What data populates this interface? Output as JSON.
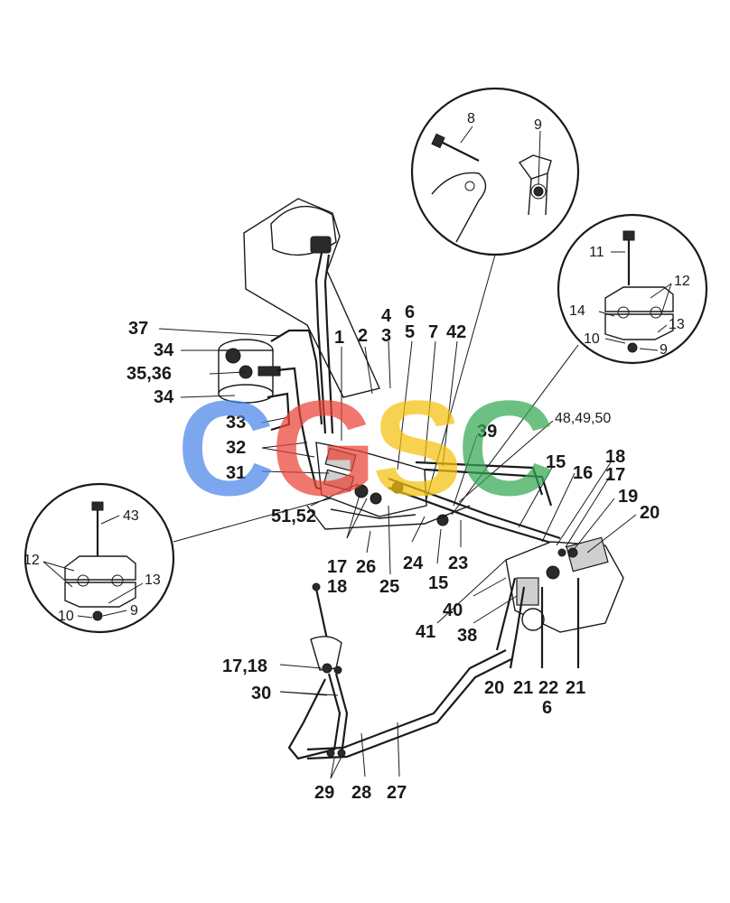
{
  "watermark": {
    "letters": [
      "C",
      "G",
      "S",
      "C"
    ],
    "colors": [
      "#4a86e8",
      "#ea4335",
      "#f4c20d",
      "#34a853"
    ]
  },
  "callouts": {
    "c1": "1",
    "c2": "2",
    "c3": "3",
    "c4": "4",
    "c5": "5",
    "c6a": "6",
    "c6b": "6",
    "c7": "7",
    "c8": "8",
    "c9a": "9",
    "c9b": "9",
    "c9c": "9",
    "c10a": "10",
    "c10b": "10",
    "c11": "11",
    "c12a": "12",
    "c12b": "12",
    "c13a": "13",
    "c13b": "13",
    "c14": "14",
    "c15a": "15",
    "c15b": "15",
    "c16": "16",
    "c17a": "17",
    "c17b": "17",
    "c17_18": "17,18",
    "c18a": "18",
    "c18b": "18",
    "c19": "19",
    "c20a": "20",
    "c20b": "20",
    "c21a": "21",
    "c21b": "21",
    "c22": "22",
    "c23": "23",
    "c24": "24",
    "c25": "25",
    "c26": "26",
    "c27": "27",
    "c28": "28",
    "c29": "29",
    "c30": "30",
    "c31": "31",
    "c32": "32",
    "c33": "33",
    "c34a": "34",
    "c34b": "34",
    "c35_36": "35,36",
    "c37": "37",
    "c38": "38",
    "c39": "39",
    "c40": "40",
    "c41": "41",
    "c42": "42",
    "c43": "43",
    "c48_50": "48,49,50",
    "c51_52": "51,52"
  }
}
